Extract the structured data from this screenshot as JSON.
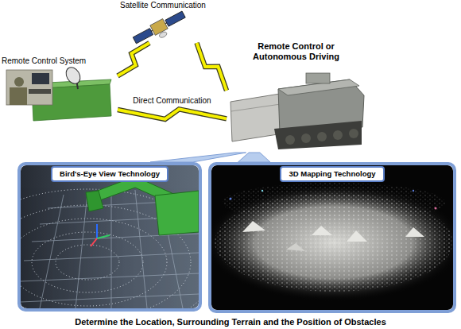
{
  "diagram": {
    "caption": "Determine the Location, Surrounding Terrain and the Position of Obstacles",
    "nodes": [
      {
        "text": [
          "Satellite Communication"
        ]
      },
      {
        "text": [
          "Remote Control System"
        ]
      },
      {
        "text": [
          "Remote Control or Autonomous Driving"
        ]
      },
      {
        "text": [
          "Bird's-Eye View Technology"
        ]
      },
      {
        "text": [
          "3D Mapping Technology"
        ]
      }
    ],
    "edges": [
      {
        "from": 1,
        "to": 0,
        "arrow": "none"
      },
      {
        "from": 0,
        "to": 2,
        "arrow": "none"
      },
      {
        "from": 1,
        "to": 2,
        "label": "Direct Communication",
        "arrow": "none"
      },
      {
        "from": 2,
        "to": 3,
        "arrow": "none"
      },
      {
        "from": 2,
        "to": 4,
        "arrow": "none"
      }
    ]
  }
}
